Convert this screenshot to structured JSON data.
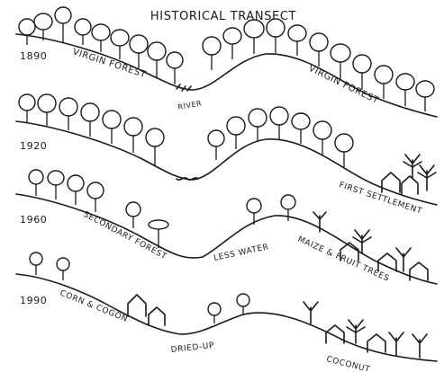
{
  "title": "HISTORICAL TRANSECT",
  "panels": [
    {
      "year": "1890",
      "labels": [
        "VIRGIN FOREST",
        "RIVER",
        "VIRGIN FOREST"
      ]
    },
    {
      "year": "1920",
      "labels": [
        "FIRST SETTLEMENT"
      ]
    },
    {
      "year": "1960",
      "labels": [
        "SECONDARY FOREST",
        "LESS WATER",
        "MAIZE & FRUIT TREES"
      ]
    },
    {
      "year": "1990",
      "labels": [
        "CORN & COGON",
        "DRIED-UP",
        "COCONUT"
      ]
    }
  ]
}
